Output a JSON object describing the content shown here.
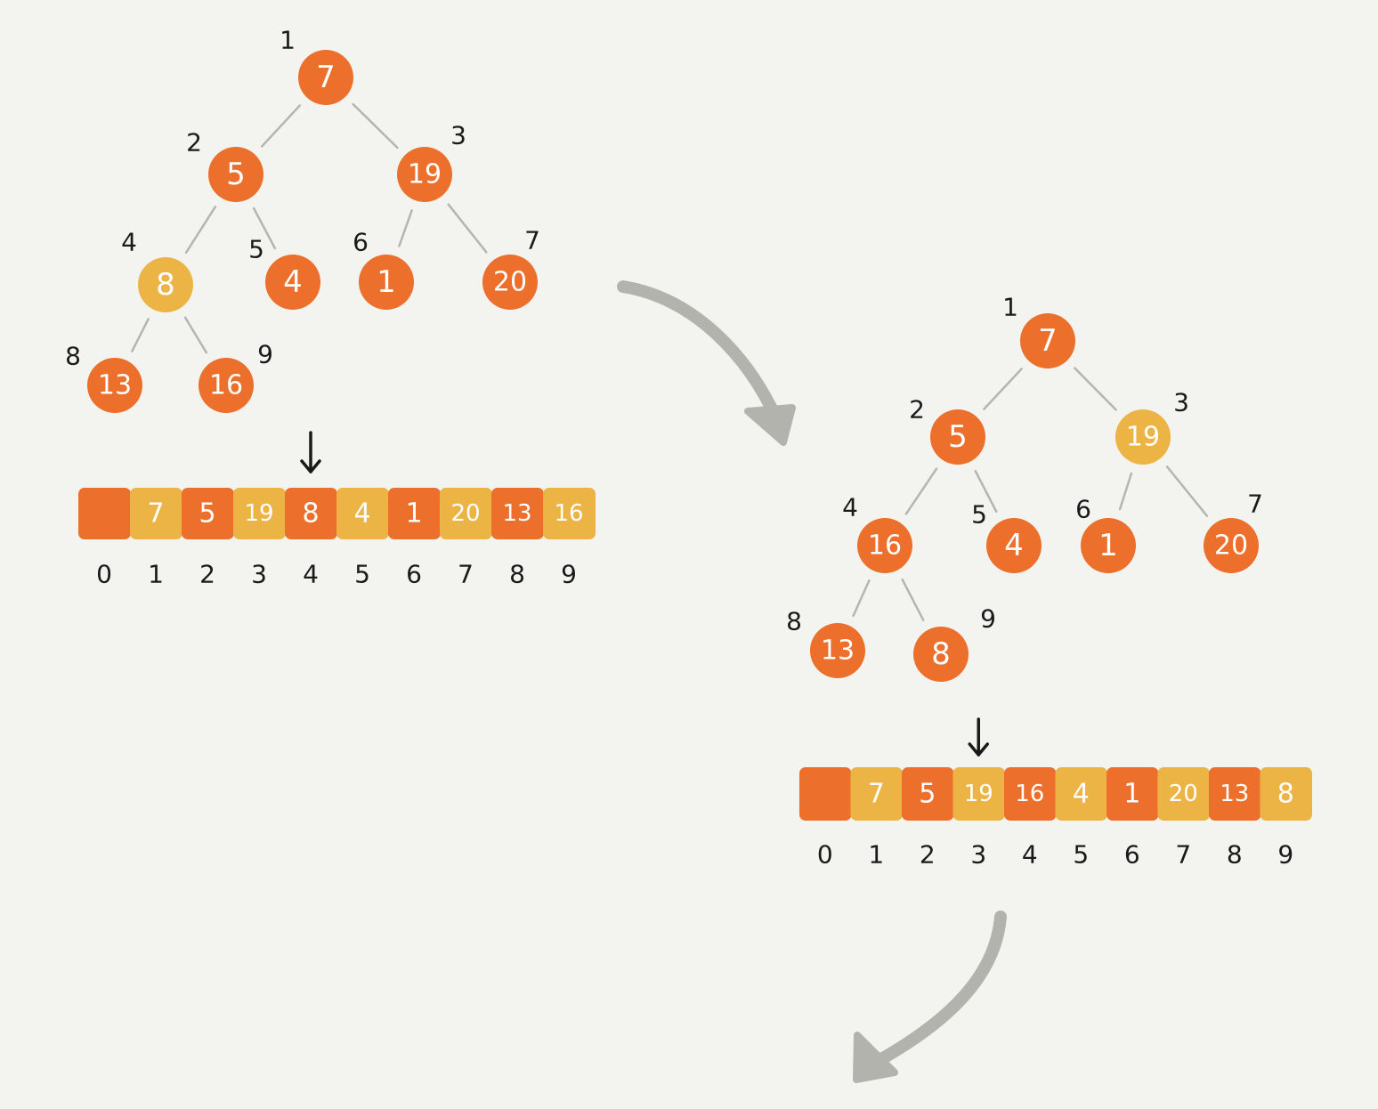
{
  "colors": {
    "background": "#f3f3ef",
    "node_orange": "#ec6f2c",
    "node_yellow": "#ecb445",
    "edge": "#b5b5b0",
    "flow_arrow": "#b3b3ae",
    "text": "#1a1a1a",
    "node_text": "#ffffff"
  },
  "steps": [
    {
      "tree": {
        "nodes": [
          {
            "index": "1",
            "value": "7",
            "highlight": false
          },
          {
            "index": "2",
            "value": "5",
            "highlight": false
          },
          {
            "index": "3",
            "value": "19",
            "highlight": false
          },
          {
            "index": "4",
            "value": "8",
            "highlight": true
          },
          {
            "index": "5",
            "value": "4",
            "highlight": false
          },
          {
            "index": "6",
            "value": "1",
            "highlight": false
          },
          {
            "index": "7",
            "value": "20",
            "highlight": false
          },
          {
            "index": "8",
            "value": "13",
            "highlight": false
          },
          {
            "index": "9",
            "value": "16",
            "highlight": false
          }
        ],
        "edges": [
          [
            "1",
            "2"
          ],
          [
            "1",
            "3"
          ],
          [
            "2",
            "4"
          ],
          [
            "2",
            "5"
          ],
          [
            "3",
            "6"
          ],
          [
            "3",
            "7"
          ],
          [
            "4",
            "8"
          ],
          [
            "4",
            "9"
          ]
        ]
      },
      "array": {
        "cells": [
          "",
          "7",
          "5",
          "19",
          "8",
          "4",
          "1",
          "20",
          "13",
          "16"
        ],
        "cell_colors": [
          "orange",
          "yellow",
          "orange",
          "yellow",
          "orange",
          "yellow",
          "orange",
          "yellow",
          "orange",
          "yellow"
        ],
        "indices": [
          "0",
          "1",
          "2",
          "3",
          "4",
          "5",
          "6",
          "7",
          "8",
          "9"
        ],
        "pointer_at": 4
      }
    },
    {
      "tree": {
        "nodes": [
          {
            "index": "1",
            "value": "7",
            "highlight": false
          },
          {
            "index": "2",
            "value": "5",
            "highlight": false
          },
          {
            "index": "3",
            "value": "19",
            "highlight": true
          },
          {
            "index": "4",
            "value": "16",
            "highlight": false
          },
          {
            "index": "5",
            "value": "4",
            "highlight": false
          },
          {
            "index": "6",
            "value": "1",
            "highlight": false
          },
          {
            "index": "7",
            "value": "20",
            "highlight": false
          },
          {
            "index": "8",
            "value": "13",
            "highlight": false
          },
          {
            "index": "9",
            "value": "8",
            "highlight": false
          }
        ],
        "edges": [
          [
            "1",
            "2"
          ],
          [
            "1",
            "3"
          ],
          [
            "2",
            "4"
          ],
          [
            "2",
            "5"
          ],
          [
            "3",
            "6"
          ],
          [
            "3",
            "7"
          ],
          [
            "4",
            "8"
          ],
          [
            "4",
            "9"
          ]
        ]
      },
      "array": {
        "cells": [
          "",
          "7",
          "5",
          "19",
          "16",
          "4",
          "1",
          "20",
          "13",
          "8"
        ],
        "cell_colors": [
          "orange",
          "yellow",
          "orange",
          "yellow",
          "orange",
          "yellow",
          "orange",
          "yellow",
          "orange",
          "yellow"
        ],
        "indices": [
          "0",
          "1",
          "2",
          "3",
          "4",
          "5",
          "6",
          "7",
          "8",
          "9"
        ],
        "pointer_at": 3
      }
    }
  ]
}
